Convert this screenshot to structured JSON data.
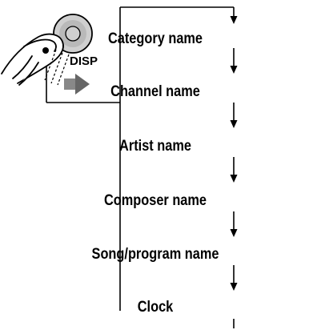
{
  "control": {
    "button_label": "DISP",
    "button_icon": "round-disp-button-icon",
    "finger_icon": "pressing-finger-icon",
    "direction_icon": "right-arrow-icon",
    "button_color": "#c8c8c8",
    "arrow_color": "#777777"
  },
  "sequence": {
    "steps": [
      "Category name",
      "Channel name",
      "Artist name",
      "Composer name",
      "Song/program name",
      "Clock"
    ]
  }
}
